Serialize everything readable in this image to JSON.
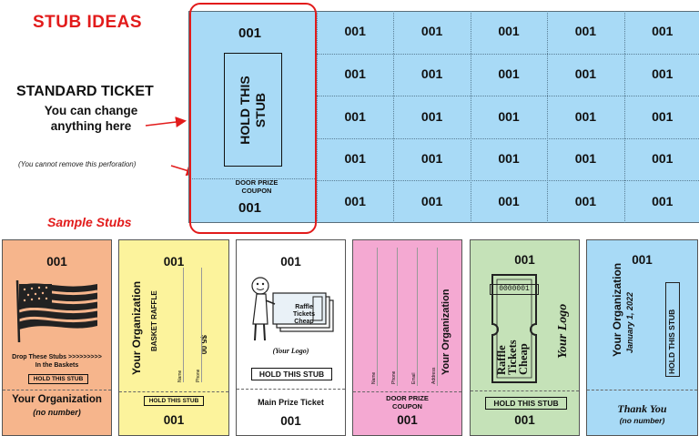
{
  "header": {
    "title": "STUB IDEAS",
    "standard_title": "STANDARD TICKET",
    "standard_sub_1": "You can change",
    "standard_sub_2": "anything here",
    "perforation_note": "(You cannot remove this perforation)",
    "samples_title": "Sample Stubs"
  },
  "sheet": {
    "stub_number": "001",
    "hold_line_1": "HOLD THIS",
    "hold_line_2": "STUB",
    "door_prize_line_1": "DOOR PRIZE",
    "door_prize_line_2": "COUPON",
    "door_prize_number": "001",
    "grid_number": "001",
    "grid_columns": 5,
    "grid_rows": 5,
    "background_color": "#a8daf6"
  },
  "samples": [
    {
      "top_number": "001",
      "art": "american-flag",
      "drop_line_1": "Drop These  Stubs >>>>>>>>>",
      "drop_line_2": "In the Baskets",
      "hold_label": "HOLD THIS STUB",
      "org": "Your Organization",
      "note": "(no number)",
      "color": "#f6b58c"
    },
    {
      "top_number": "001",
      "org": "Your Organization",
      "event": "BASKET RAFFLE",
      "price": "$5.00",
      "field_1": "Name",
      "field_2": "Phone",
      "hold_label": "HOLD THIS STUB",
      "bottom_number": "001",
      "color": "#fcf39c"
    },
    {
      "top_number": "001",
      "art": "raffle-tickets-cheap-mascot",
      "logo_text_1": "Raffle",
      "logo_text_2": "Tickets",
      "logo_text_3": "Cheap",
      "logo_caption": "(Your Logo)",
      "hold_label": "HOLD THIS STUB",
      "prize_label": "Main Prize Ticket",
      "bottom_number": "001",
      "color": "#ffffff"
    },
    {
      "field_1": "Name",
      "field_2": "Phone",
      "field_3": "Email",
      "field_4": "Address",
      "org": "Your Organization",
      "door_prize_line_1": "DOOR PRIZE",
      "door_prize_line_2": "COUPON",
      "bottom_number": "001",
      "color": "#f4a9d2"
    },
    {
      "top_number": "001",
      "ticket_number": "0000001",
      "logo_text_1": "Raffle",
      "logo_text_2": "Tickets",
      "logo_text_3": "Cheap",
      "logo_caption": "Your Logo",
      "hold_label": "HOLD THIS STUB",
      "bottom_number": "001",
      "color": "#c5e2b8"
    },
    {
      "top_number": "001",
      "org": "Your Organization",
      "date": "January 1, 2022",
      "hold_label": "HOLD THIS STUB",
      "thanks": "Thank You",
      "note": "(no number)",
      "color": "#a8daf6"
    }
  ],
  "colors": {
    "accent_red": "#e21b1b"
  }
}
